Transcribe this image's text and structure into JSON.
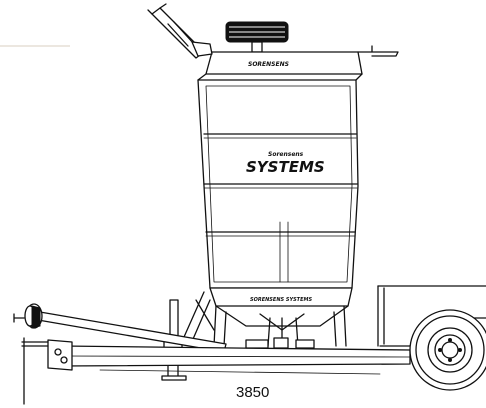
{
  "dimension": {
    "overall_length": "3850"
  },
  "logo": {
    "small_text": "Sorensens",
    "big_text": "SYSTEMS"
  },
  "icons": [
    "hopper-trailer-drawing"
  ]
}
